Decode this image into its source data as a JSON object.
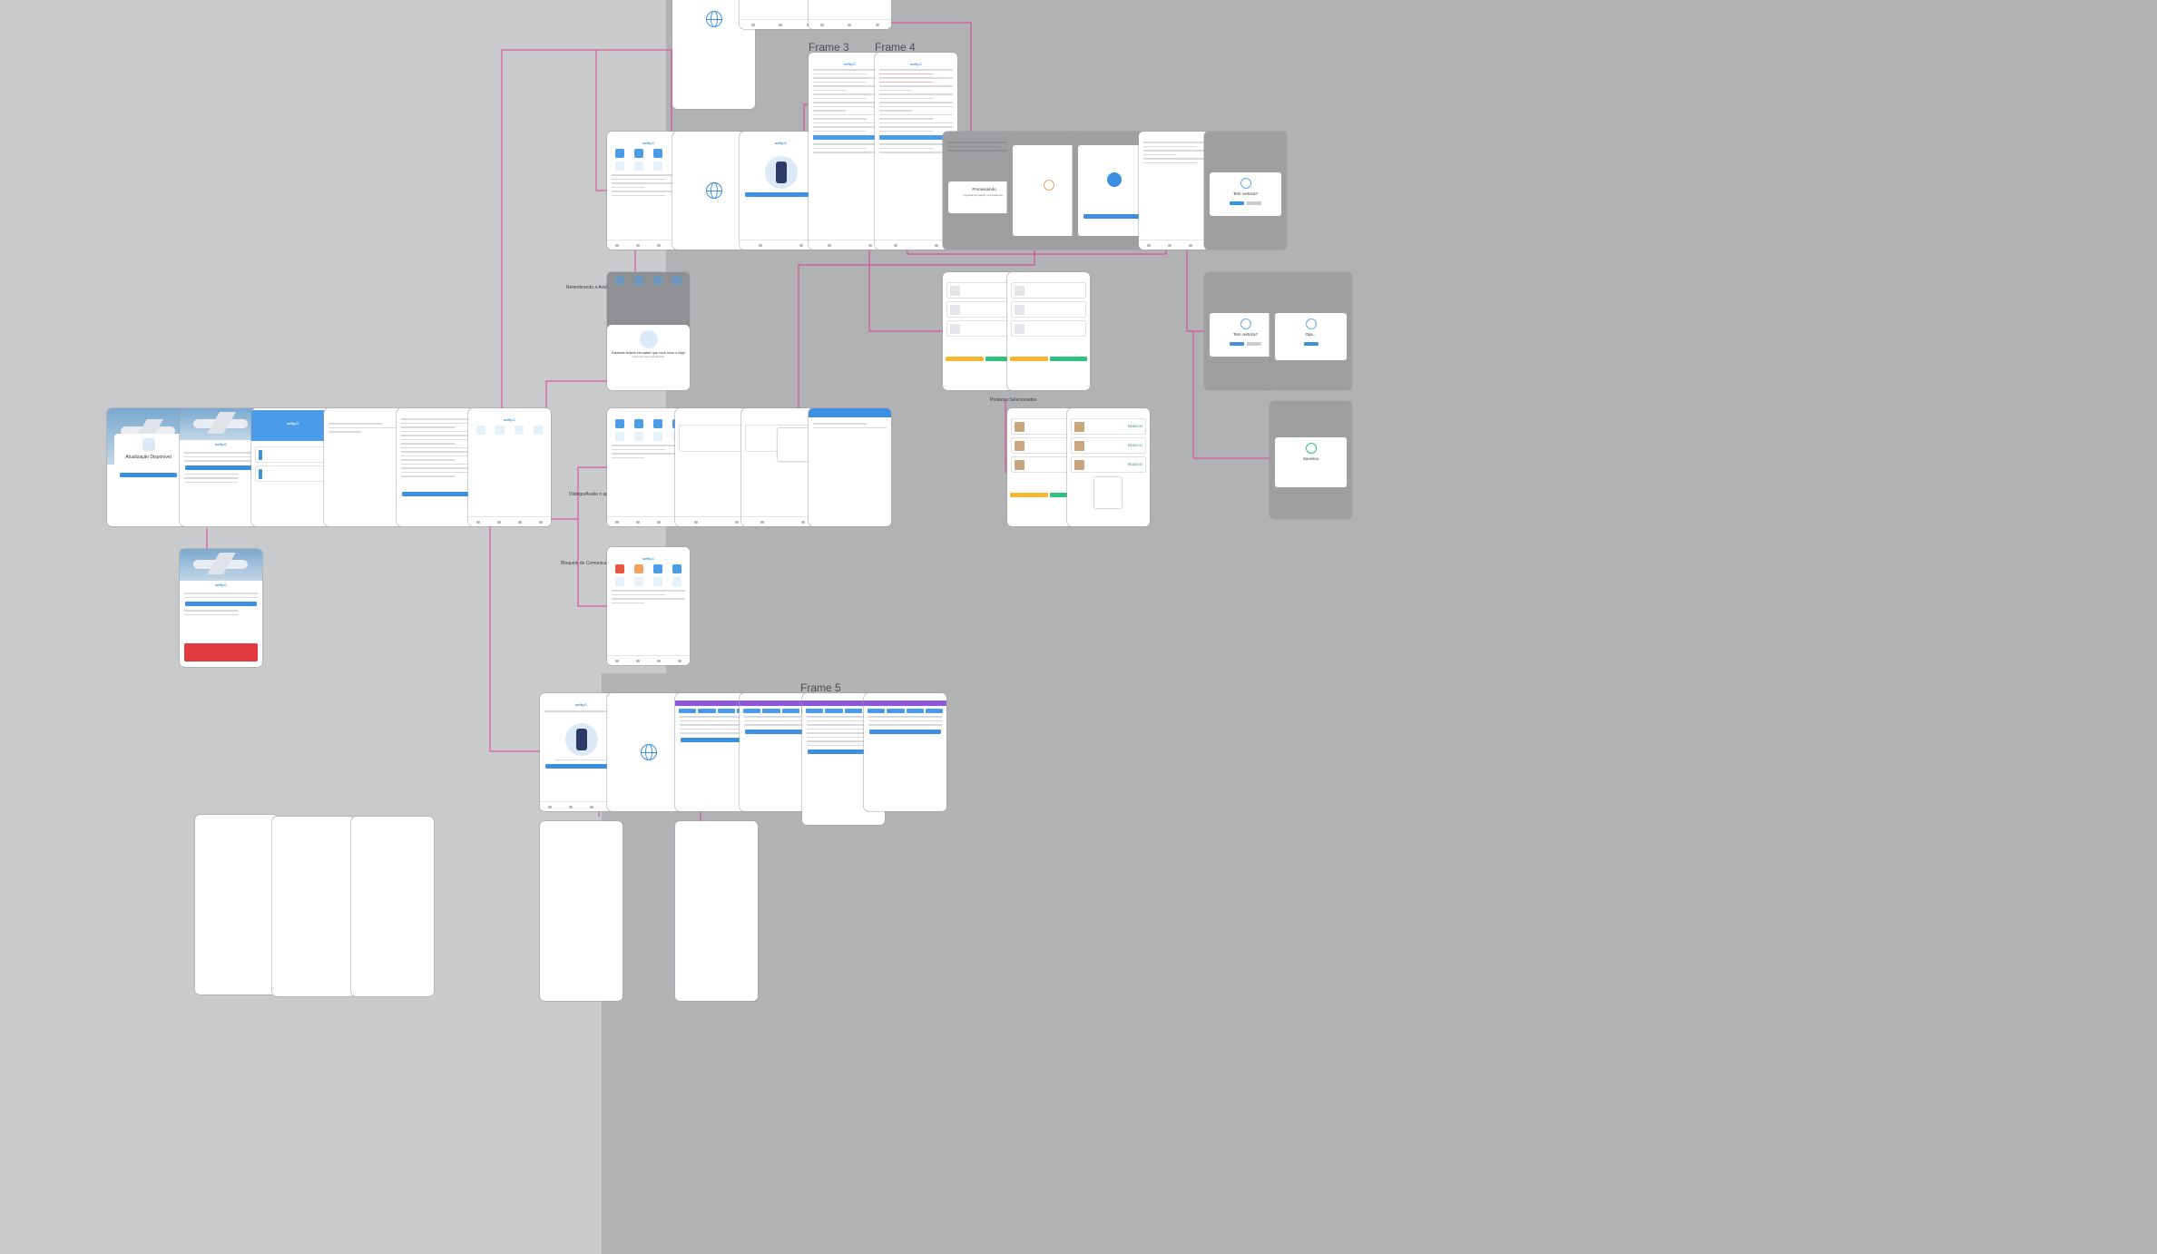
{
  "canvas": {
    "background": "#c9cacc",
    "dark_region": "#b1b2b4",
    "connector_color": "#e0408f"
  },
  "frame_labels": {
    "frame3": "Frame 3",
    "frame4": "Frame 4",
    "frame5": "Frame 5"
  },
  "brand": {
    "logo": "sefty.C",
    "accent": "#3d8fe0",
    "success": "#2ec27e",
    "warning": "#f5b731",
    "danger": "#e0393e",
    "purple": "#8e59d6"
  },
  "screens": {
    "login_modal_title": "Atualização Disponível",
    "processing_title": "Processando",
    "processing_sub": "Aguarde enquanto processamos...",
    "confirm_title": "Tem certeza?",
    "oops_title": "Ops...",
    "success_title": "Sucesso",
    "rating_title": "Estamos felizes em saber que você usou o App!",
    "rating_sub": "Como foi sua experiência?",
    "item_price": "R$ 800,00"
  },
  "notes": {
    "n1": "Relembrando a Avaliação da App",
    "n2": "Diálogo/Avalie o app",
    "n3": "Bloqueio de Comunicação",
    "n4": "Produtos Selecionados"
  }
}
